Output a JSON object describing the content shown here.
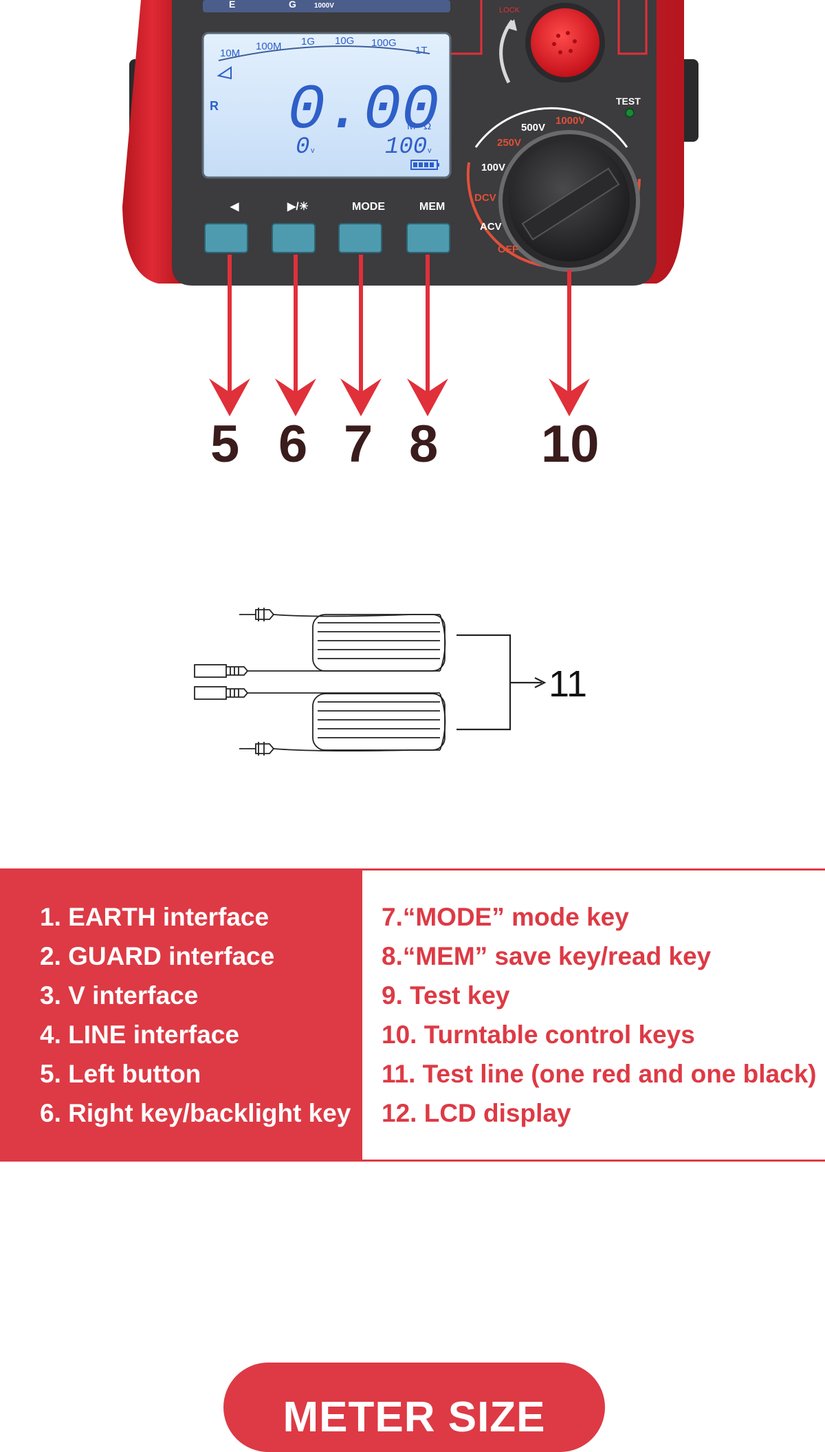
{
  "device": {
    "top_labels": [
      "E",
      "G",
      "1000V"
    ],
    "lock_label": "LOCK",
    "scale_labels": [
      "10M",
      "100M",
      "1G",
      "10G",
      "100G",
      "1T"
    ],
    "lcd_main": "0.00",
    "lcd_unit_m": "M",
    "lcd_unit_ohm": "Ω",
    "lcd_r": "R",
    "lcd_left_small": "0",
    "lcd_left_unit": "v",
    "lcd_right_small": "100",
    "lcd_right_unit": "v",
    "test_label": "TEST",
    "buttons": [
      "◀",
      "▶/☀",
      "MODE",
      "MEM"
    ],
    "dial_labels": {
      "v500": "500V",
      "v1000": "1000V",
      "v250": "250V",
      "v100": "100V",
      "dcv": "DCV",
      "acv": "ACV",
      "off": "OFF"
    }
  },
  "callouts": [
    "5",
    "6",
    "7",
    "8",
    "10"
  ],
  "cable_label": "11",
  "legend": {
    "left": [
      "1. EARTH interface",
      "2. GUARD interface",
      "3. V interface",
      "4. LINE interface",
      "5. Left button",
      "6. Right key/backlight key"
    ],
    "right": [
      "7.“MODE” mode key",
      "8.“MEM” save key/read key",
      "9. Test key",
      "10. Turntable control keys",
      "11. Test line (one red and one black)",
      "12. LCD display"
    ]
  },
  "meter_size_title": "METER SIZE",
  "colors": {
    "brand_red": "#dd3a45",
    "body_red": "#d8232e",
    "panel": "#3c3b3d",
    "lcd": "#cfe4fa",
    "lcd_text": "#2e5fc8",
    "button": "#4e9bb0",
    "callout_text": "#3a1c1c"
  }
}
